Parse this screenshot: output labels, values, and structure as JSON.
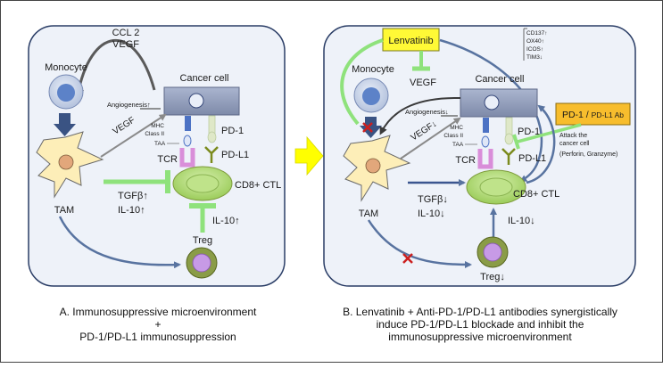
{
  "panel_a": {
    "monocyte": "Monocyte",
    "cancer_cell": "Cancer cell",
    "ccl2": "CCL 2",
    "vegf_top": "VEGF",
    "angiogenesis": "Angiogenesis↑",
    "vegf_arrow": "VEGF",
    "mhc_line1": "MHC",
    "mhc_line2": "Class II",
    "taa": "TAA",
    "pd1": "PD-1",
    "pdl1": "PD-L1",
    "tcr": "TCR",
    "tam": "TAM",
    "tgfb": "TGFβ↑",
    "il10_tam": "IL-10↑",
    "cd8": "CD8+ CTL",
    "il10_treg": "IL-10↑",
    "treg": "Treg",
    "caption_line1": "A. Immunosuppressive microenvironment",
    "caption_line2": "+",
    "caption_line3": "PD-1/PD-L1 immunosuppression"
  },
  "panel_b": {
    "lenvatinib": "Lenvatinib",
    "markers": [
      "CD137↑",
      "OX40↑",
      "ICOS↑",
      "TIM3↓"
    ],
    "monocyte": "Monocyte",
    "vegf_top": "VEGF",
    "cancer_cell": "Cancer cell",
    "angiogenesis": "Angiogenesis↓",
    "vegf_arrow": "VEGF↓",
    "mhc_line1": "MHC",
    "mhc_line2": "Class II",
    "taa": "TAA",
    "pd1": "PD-1",
    "pdl1": "PD-L1",
    "tcr": "TCR",
    "ab_prefix": "PD-1 / ",
    "ab_suffix": "PD-L1 Ab",
    "attack_line1": "Attack the",
    "attack_line2": "cancer cell",
    "attack_line3": "(Perforin, Granzyme)",
    "tam": "TAM",
    "tgfb": "TGFβ↓",
    "il10_tam": "IL-10↓",
    "cd8": "CD8+ CTL",
    "il10_treg": "IL-10↓",
    "treg": "Treg↓",
    "caption_line1": "B. Lenvatinib + Anti-PD-1/PD-L1 antibodies synergistically",
    "caption_line2": "induce PD-1/PD-L1 blockade and inhibit the",
    "caption_line3": "immunosuppressive microenvironment"
  },
  "colors": {
    "panel_bg": "#eef2f9",
    "panel_border": "#2a3d66",
    "blue_arrow": "#5873a0",
    "dark_arrow": "#3b5690",
    "green_inhibit": "#8fe27c",
    "tam_fill": "#fdeeb8",
    "cd8_fill": "#b7dc79",
    "treg_fill": "#c79ae6",
    "lenvatinib_fill": "#fff936",
    "ab_fill": "#f7bd2d",
    "red_x": "#cc1f1f",
    "transition_arrow": "#ffff00"
  }
}
